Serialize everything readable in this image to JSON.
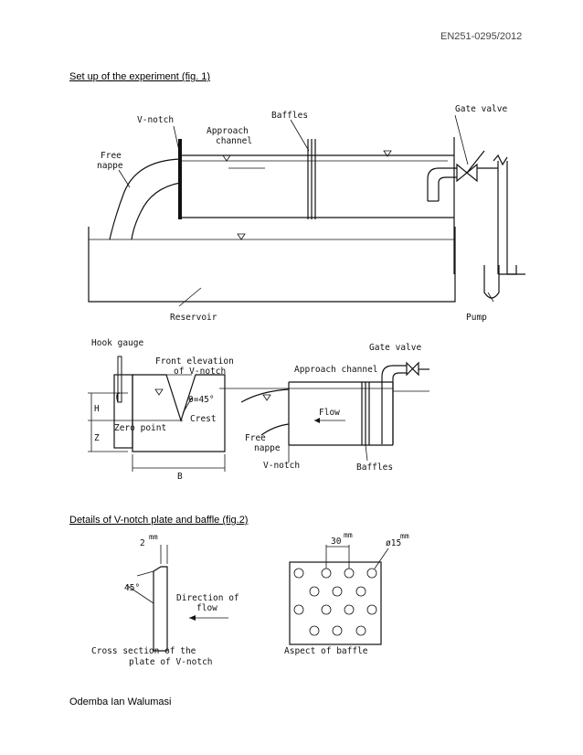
{
  "header": {
    "doc_code": "EN251-0295/2012"
  },
  "sections": {
    "fig1_caption": "Set up of the experiment (fig. 1)",
    "fig2_caption": "Details of V-notch plate and baffle (fig.2)"
  },
  "fig1_top": {
    "v_notch": "V-notch",
    "baffles": "Baffles",
    "gate_valve": "Gate valve",
    "approach_line1": "Approach",
    "approach_line2": "channel",
    "free_line1": "Free",
    "free_line2": "nappe",
    "reservoir": "Reservoir",
    "pump": "Pump"
  },
  "fig1_left": {
    "hook_gauge": "Hook gauge",
    "front_line1": "Front elevation",
    "front_line2": "of V-notch",
    "theta": "θ=45°",
    "crest": "Crest",
    "zero_point": "Zero point",
    "H": "H",
    "Z": "Z",
    "B": "B"
  },
  "fig1_right": {
    "gate_valve": "Gate valve",
    "approach_channel": "Approach channel",
    "flow": "Flow",
    "free_line1": "Free",
    "free_line2": "nappe",
    "v_notch": "V-notch",
    "baffles": "Baffles"
  },
  "fig2_left": {
    "dim_2": "2",
    "mm": "mm",
    "angle": "45°",
    "dir_line1": "Direction of",
    "dir_line2": "flow",
    "cs_line1": "Cross section of the",
    "cs_line2": "plate of V-notch"
  },
  "fig2_right": {
    "dim_30": "30",
    "mm": "mm",
    "dia": "ø15",
    "dia_mm": "mm",
    "aspect": "Aspect of baffle"
  },
  "footer": {
    "author": "Odemba Ian Walumasi"
  }
}
